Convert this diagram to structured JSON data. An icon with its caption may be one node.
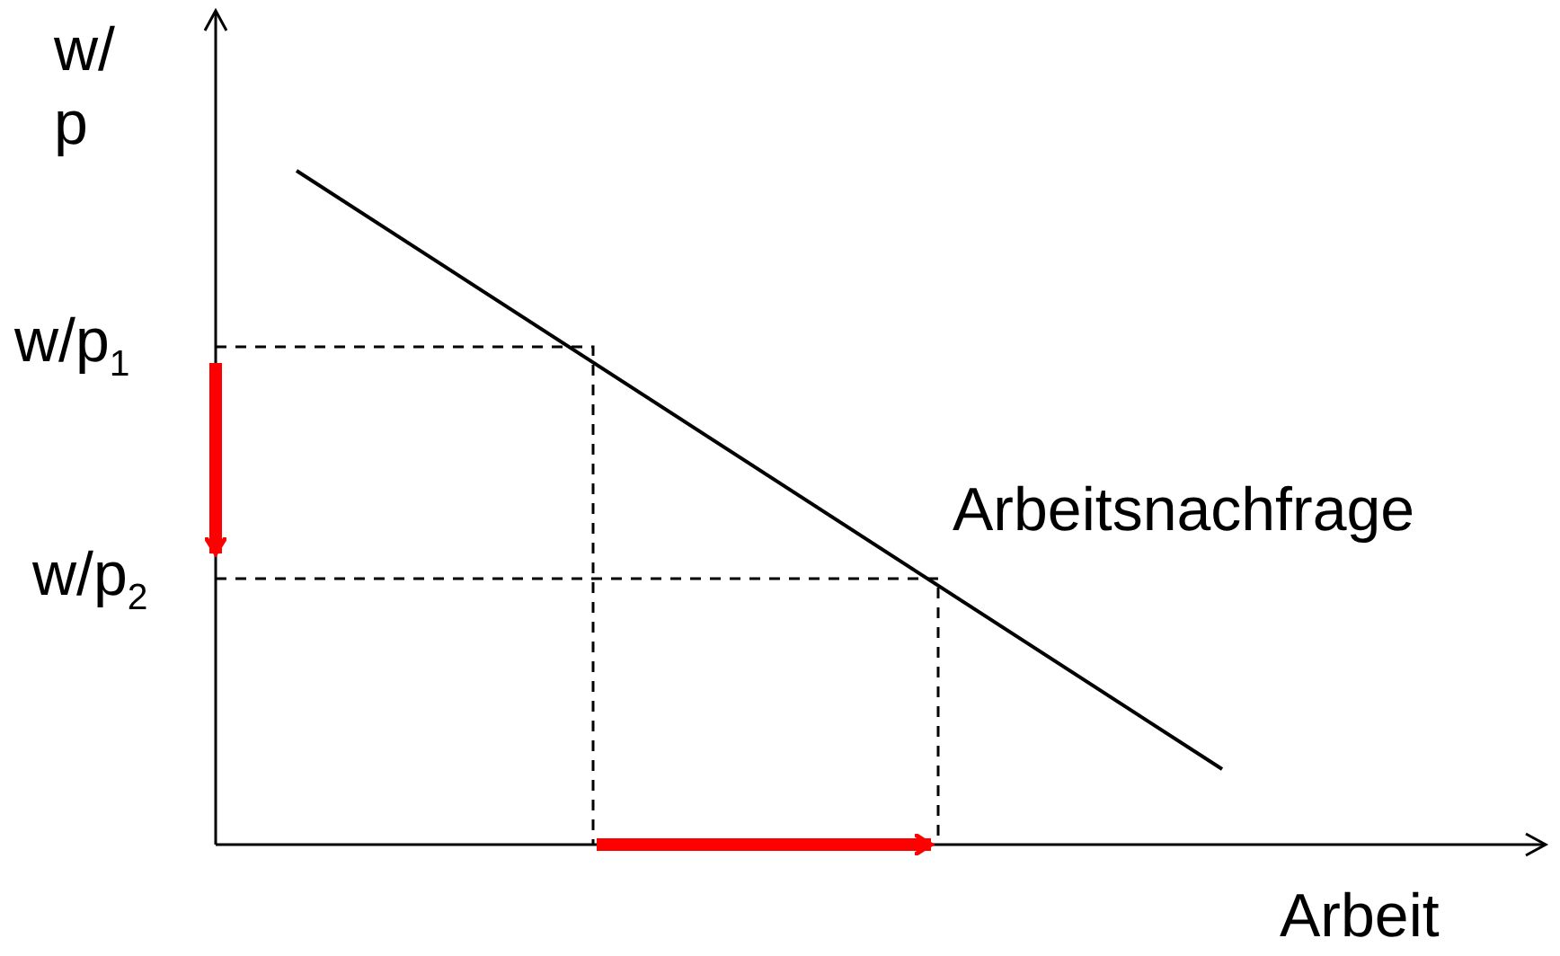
{
  "diagram": {
    "labels": [
      "w/ p",
      "w/p$_{1}$",
      "w/p$_{2}$",
      "Arbeitsnachfrage",
      "Arbeit"
    ]
  }
}
